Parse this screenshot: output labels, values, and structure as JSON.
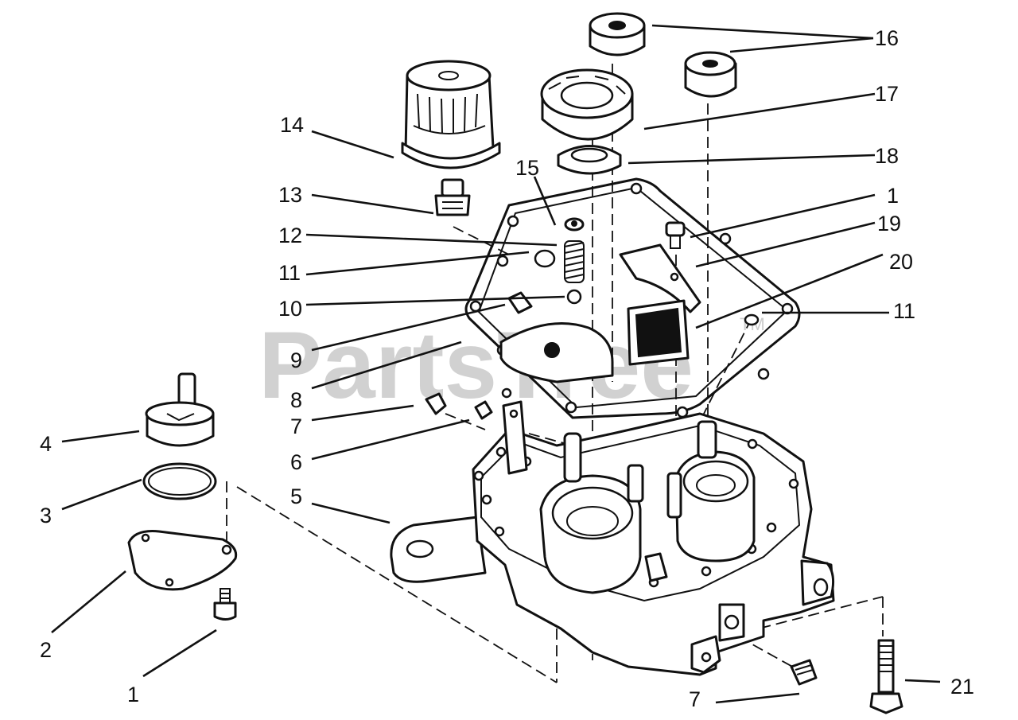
{
  "watermark": {
    "text": "PartsTree",
    "trademark": "TM"
  },
  "callouts": {
    "c1a": "1",
    "c1b": "1",
    "c2": "2",
    "c3": "3",
    "c4": "4",
    "c5": "5",
    "c6": "6",
    "c7a": "7",
    "c7b": "7",
    "c8": "8",
    "c9": "9",
    "c10": "10",
    "c11a": "11",
    "c11b": "11",
    "c12": "12",
    "c13": "13",
    "c14": "14",
    "c15": "15",
    "c16": "16",
    "c17": "17",
    "c18": "18",
    "c19": "19",
    "c20": "20",
    "c21": "21"
  }
}
